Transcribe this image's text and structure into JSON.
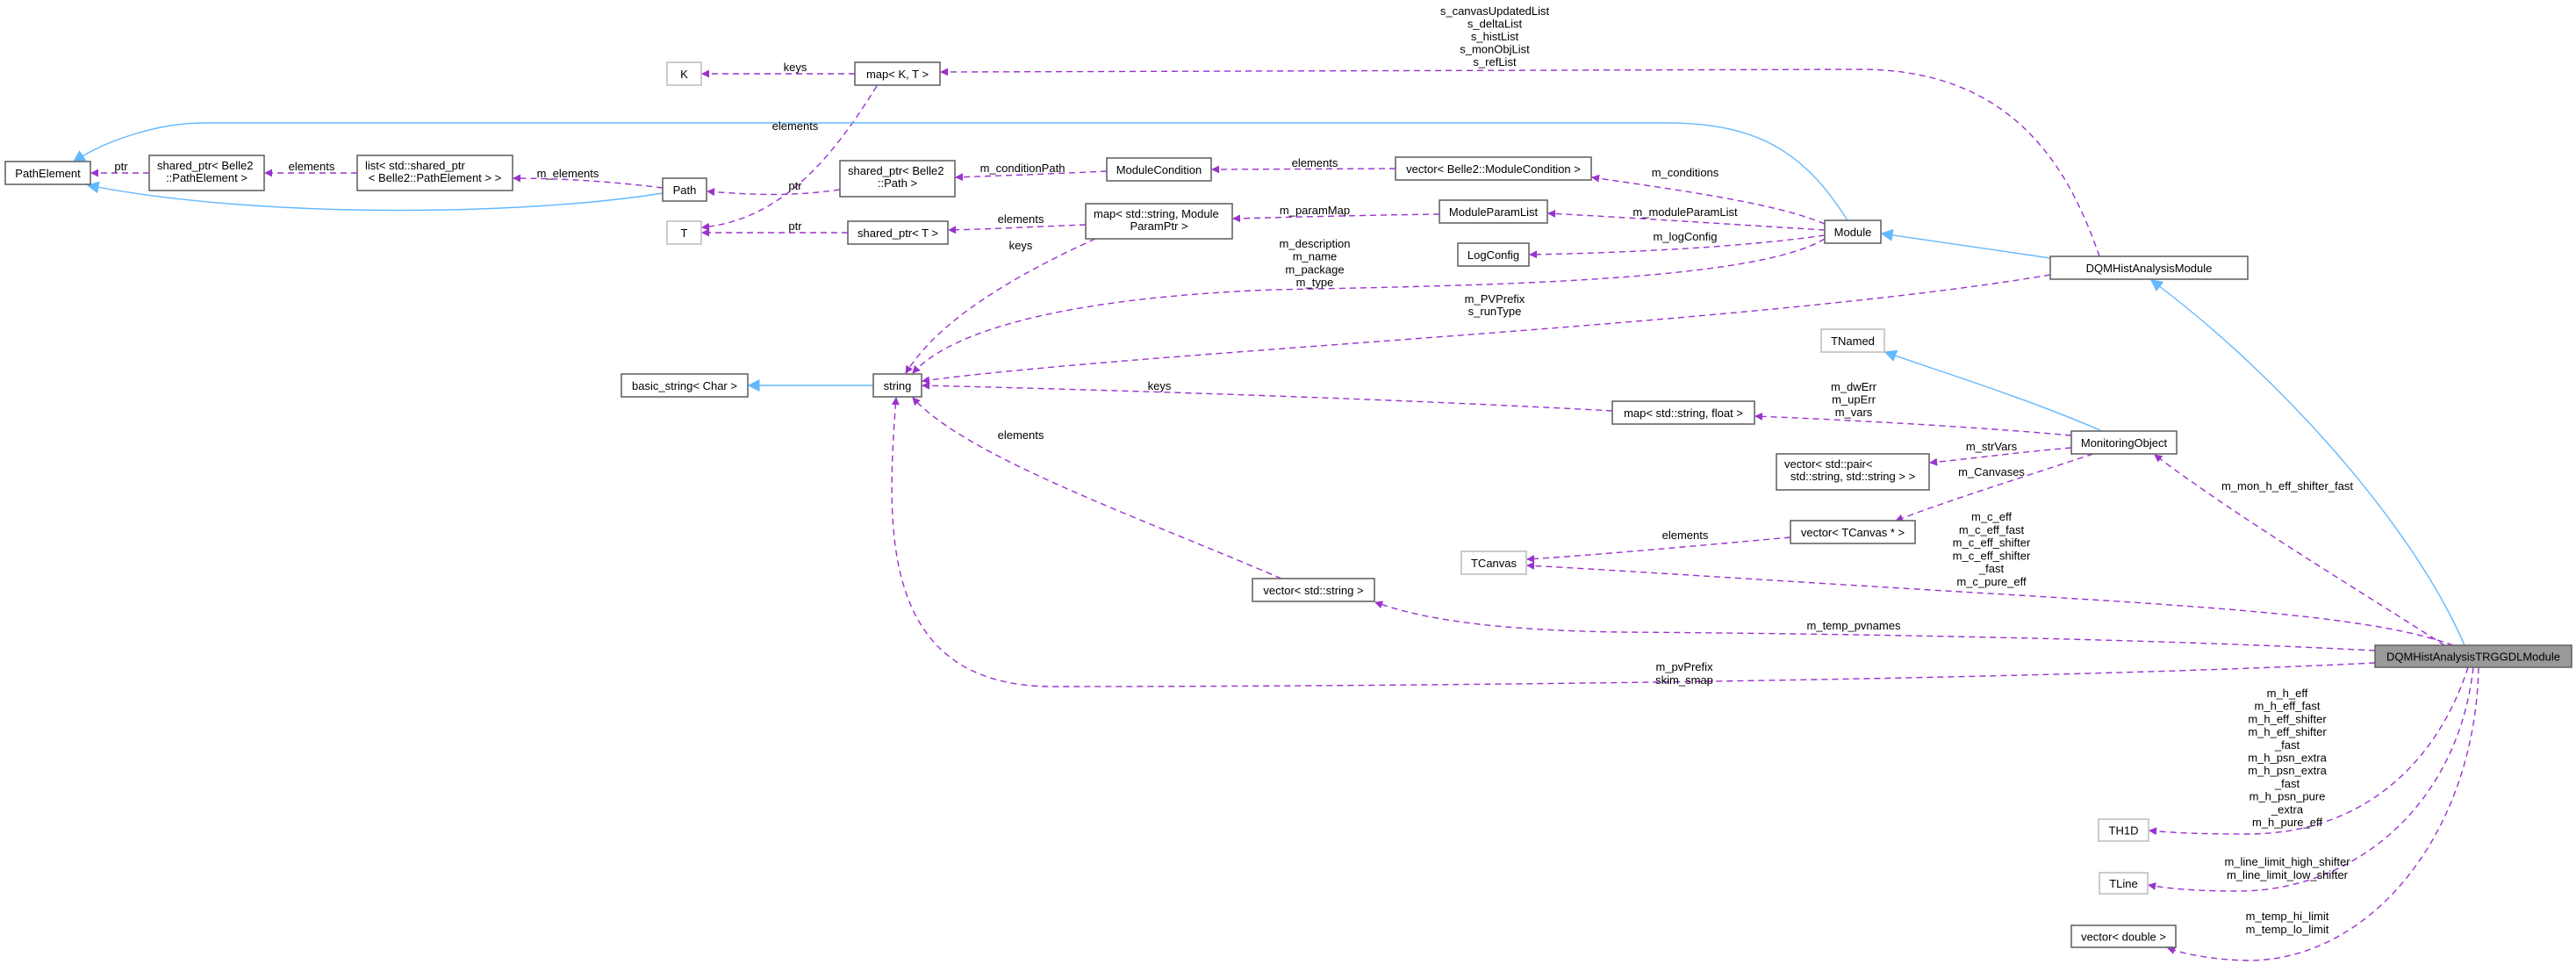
{
  "colors": {
    "usage_edge": "#9a32cd",
    "inheritance_edge": "#63b8ff",
    "focus_fill": "#999999"
  },
  "nodes": [
    {
      "id": "PathElement",
      "lines": [
        "PathElement"
      ],
      "style": "normal"
    },
    {
      "id": "sp_pathelement",
      "lines": [
        "shared_ptr< Belle2",
        "::PathElement >"
      ],
      "style": "normal"
    },
    {
      "id": "list_sp",
      "lines": [
        "list< std::shared_ptr",
        "< Belle2::PathElement > >"
      ],
      "style": "normal"
    },
    {
      "id": "Path",
      "lines": [
        "Path"
      ],
      "style": "normal"
    },
    {
      "id": "K",
      "lines": [
        "K"
      ],
      "style": "external"
    },
    {
      "id": "map_kt",
      "lines": [
        "map< K, T >"
      ],
      "style": "normal"
    },
    {
      "id": "T",
      "lines": [
        "T"
      ],
      "style": "external"
    },
    {
      "id": "sp_path",
      "lines": [
        "shared_ptr< Belle2",
        "::Path >"
      ],
      "style": "normal"
    },
    {
      "id": "sp_t",
      "lines": [
        "shared_ptr< T >"
      ],
      "style": "normal"
    },
    {
      "id": "ModuleCondition",
      "lines": [
        "ModuleCondition"
      ],
      "style": "normal"
    },
    {
      "id": "vec_modcond",
      "lines": [
        "vector< Belle2::ModuleCondition >"
      ],
      "style": "normal"
    },
    {
      "id": "map_mpp",
      "lines": [
        "map< std::string, Module",
        "ParamPtr >"
      ],
      "style": "normal"
    },
    {
      "id": "ModuleParamList",
      "lines": [
        "ModuleParamList"
      ],
      "style": "normal"
    },
    {
      "id": "LogConfig",
      "lines": [
        "LogConfig"
      ],
      "style": "normal"
    },
    {
      "id": "Module",
      "lines": [
        "Module"
      ],
      "style": "normal"
    },
    {
      "id": "DQMHistAnalysisModule",
      "lines": [
        "DQMHistAnalysisModule"
      ],
      "style": "normal"
    },
    {
      "id": "basic_string",
      "lines": [
        "basic_string< Char >"
      ],
      "style": "normal"
    },
    {
      "id": "string",
      "lines": [
        "string"
      ],
      "style": "normal"
    },
    {
      "id": "TNamed",
      "lines": [
        "TNamed"
      ],
      "style": "external"
    },
    {
      "id": "map_sf",
      "lines": [
        "map< std::string, float >"
      ],
      "style": "normal"
    },
    {
      "id": "MonitoringObject",
      "lines": [
        "MonitoringObject"
      ],
      "style": "normal"
    },
    {
      "id": "vec_pair",
      "lines": [
        "vector< std::pair<",
        "std::string, std::string > >"
      ],
      "style": "normal"
    },
    {
      "id": "vec_tcanvas",
      "lines": [
        "vector< TCanvas * >"
      ],
      "style": "normal"
    },
    {
      "id": "TCanvas",
      "lines": [
        "TCanvas"
      ],
      "style": "external"
    },
    {
      "id": "vec_string",
      "lines": [
        "vector< std::string >"
      ],
      "style": "normal"
    },
    {
      "id": "TRGGDL",
      "lines": [
        "DQMHistAnalysisTRGGDLModule"
      ],
      "style": "focus"
    },
    {
      "id": "TH1D",
      "lines": [
        "TH1D"
      ],
      "style": "external"
    },
    {
      "id": "TLine",
      "lines": [
        "TLine"
      ],
      "style": "external"
    },
    {
      "id": "vec_double",
      "lines": [
        "vector< double >"
      ],
      "style": "normal"
    }
  ],
  "edges": [
    {
      "id": "e1",
      "from": "sp_pathelement",
      "to": "PathElement",
      "type": "usage",
      "labels": [
        "ptr"
      ]
    },
    {
      "id": "e2",
      "from": "list_sp",
      "to": "sp_pathelement",
      "type": "usage",
      "labels": [
        "elements"
      ]
    },
    {
      "id": "e3",
      "from": "Path",
      "to": "list_sp",
      "type": "usage",
      "labels": [
        "m_elements"
      ]
    },
    {
      "id": "e4",
      "from": "sp_path",
      "to": "Path",
      "type": "usage",
      "labels": [
        "ptr"
      ]
    },
    {
      "id": "e5",
      "from": "map_kt",
      "to": "K",
      "type": "usage",
      "labels": [
        "keys"
      ]
    },
    {
      "id": "e6",
      "from": "map_kt",
      "to": "T",
      "type": "usage",
      "labels": [
        "elements"
      ]
    },
    {
      "id": "e7",
      "from": "sp_t",
      "to": "T",
      "type": "usage",
      "labels": [
        "ptr"
      ]
    },
    {
      "id": "e8",
      "from": "ModuleCondition",
      "to": "sp_path",
      "type": "usage",
      "labels": [
        "m_conditionPath"
      ]
    },
    {
      "id": "e9",
      "from": "vec_modcond",
      "to": "ModuleCondition",
      "type": "usage",
      "labels": [
        "elements"
      ]
    },
    {
      "id": "e10",
      "from": "map_mpp",
      "to": "sp_t",
      "type": "usage",
      "labels": [
        "elements"
      ]
    },
    {
      "id": "e11",
      "from": "map_mpp",
      "to": "string",
      "type": "usage",
      "labels": [
        "keys"
      ]
    },
    {
      "id": "e12",
      "from": "ModuleParamList",
      "to": "map_mpp",
      "type": "usage",
      "labels": [
        "m_paramMap"
      ]
    },
    {
      "id": "e13",
      "from": "Module",
      "to": "vec_modcond",
      "type": "usage",
      "labels": [
        "m_conditions"
      ]
    },
    {
      "id": "e14",
      "from": "Module",
      "to": "ModuleParamList",
      "type": "usage",
      "labels": [
        "m_moduleParamList"
      ]
    },
    {
      "id": "e15",
      "from": "Module",
      "to": "LogConfig",
      "type": "usage",
      "labels": [
        "m_logConfig"
      ]
    },
    {
      "id": "e16",
      "from": "Module",
      "to": "string",
      "type": "usage",
      "labels": [
        "m_description",
        "m_name",
        "m_package",
        "m_type"
      ]
    },
    {
      "id": "e17",
      "from": "DQMHistAnalysisModule",
      "to": "map_kt",
      "type": "usage",
      "labels": [
        "s_canvasUpdatedList",
        "s_deltaList",
        "s_histList",
        "s_monObjList",
        "s_refList"
      ]
    },
    {
      "id": "e18",
      "from": "DQMHistAnalysisModule",
      "to": "string",
      "type": "usage",
      "labels": [
        "m_PVPrefix",
        "s_runType"
      ]
    },
    {
      "id": "e19",
      "from": "map_sf",
      "to": "string",
      "type": "usage",
      "labels": [
        "keys"
      ]
    },
    {
      "id": "e20",
      "from": "MonitoringObject",
      "to": "map_sf",
      "type": "usage",
      "labels": [
        "m_dwErr",
        "m_upErr",
        "m_vars"
      ]
    },
    {
      "id": "e21",
      "from": "MonitoringObject",
      "to": "vec_pair",
      "type": "usage",
      "labels": [
        "m_strVars"
      ]
    },
    {
      "id": "e22",
      "from": "MonitoringObject",
      "to": "vec_tcanvas",
      "type": "usage",
      "labels": [
        "m_Canvases"
      ]
    },
    {
      "id": "e23",
      "from": "vec_tcanvas",
      "to": "TCanvas",
      "type": "usage",
      "labels": [
        "elements"
      ]
    },
    {
      "id": "e24",
      "from": "vec_string",
      "to": "string",
      "type": "usage",
      "labels": [
        "elements"
      ]
    },
    {
      "id": "e25",
      "from": "TRGGDL",
      "to": "MonitoringObject",
      "type": "usage",
      "labels": [
        "m_mon_h_eff_shifter_fast"
      ]
    },
    {
      "id": "e26",
      "from": "TRGGDL",
      "to": "TCanvas",
      "type": "usage",
      "labels": [
        "m_c_eff",
        "m_c_eff_fast",
        "m_c_eff_shifter",
        "m_c_eff_shifter",
        "_fast",
        "m_c_pure_eff"
      ]
    },
    {
      "id": "e27",
      "from": "TRGGDL",
      "to": "vec_string",
      "type": "usage",
      "labels": [
        "m_temp_pvnames"
      ]
    },
    {
      "id": "e28",
      "from": "TRGGDL",
      "to": "string",
      "type": "usage",
      "labels": [
        "m_pvPrefix",
        "skim_smap"
      ]
    },
    {
      "id": "e29",
      "from": "TRGGDL",
      "to": "TH1D",
      "type": "usage",
      "labels": [
        "m_h_eff",
        "m_h_eff_fast",
        "m_h_eff_shifter",
        "m_h_eff_shifter",
        "_fast",
        "m_h_psn_extra",
        "m_h_psn_extra",
        "_fast",
        "m_h_psn_pure",
        "_extra",
        "m_h_pure_eff"
      ]
    },
    {
      "id": "e30",
      "from": "TRGGDL",
      "to": "TLine",
      "type": "usage",
      "labels": [
        "m_line_limit_high_shifter",
        "m_line_limit_low_shifter"
      ]
    },
    {
      "id": "e31",
      "from": "TRGGDL",
      "to": "vec_double",
      "type": "usage",
      "labels": [
        "m_temp_hi_limit",
        "m_temp_lo_limit"
      ]
    },
    {
      "id": "i1",
      "from": "string",
      "to": "basic_string",
      "type": "inherit",
      "labels": []
    },
    {
      "id": "i2",
      "from": "Module",
      "to": "PathElement",
      "type": "inherit",
      "labels": []
    },
    {
      "id": "i3",
      "from": "Path",
      "to": "PathElement",
      "type": "inherit",
      "labels": []
    },
    {
      "id": "i4",
      "from": "DQMHistAnalysisModule",
      "to": "Module",
      "type": "inherit",
      "labels": []
    },
    {
      "id": "i5",
      "from": "MonitoringObject",
      "to": "TNamed",
      "type": "inherit",
      "labels": []
    },
    {
      "id": "i6",
      "from": "TRGGDL",
      "to": "DQMHistAnalysisModule",
      "type": "inherit",
      "labels": []
    }
  ]
}
